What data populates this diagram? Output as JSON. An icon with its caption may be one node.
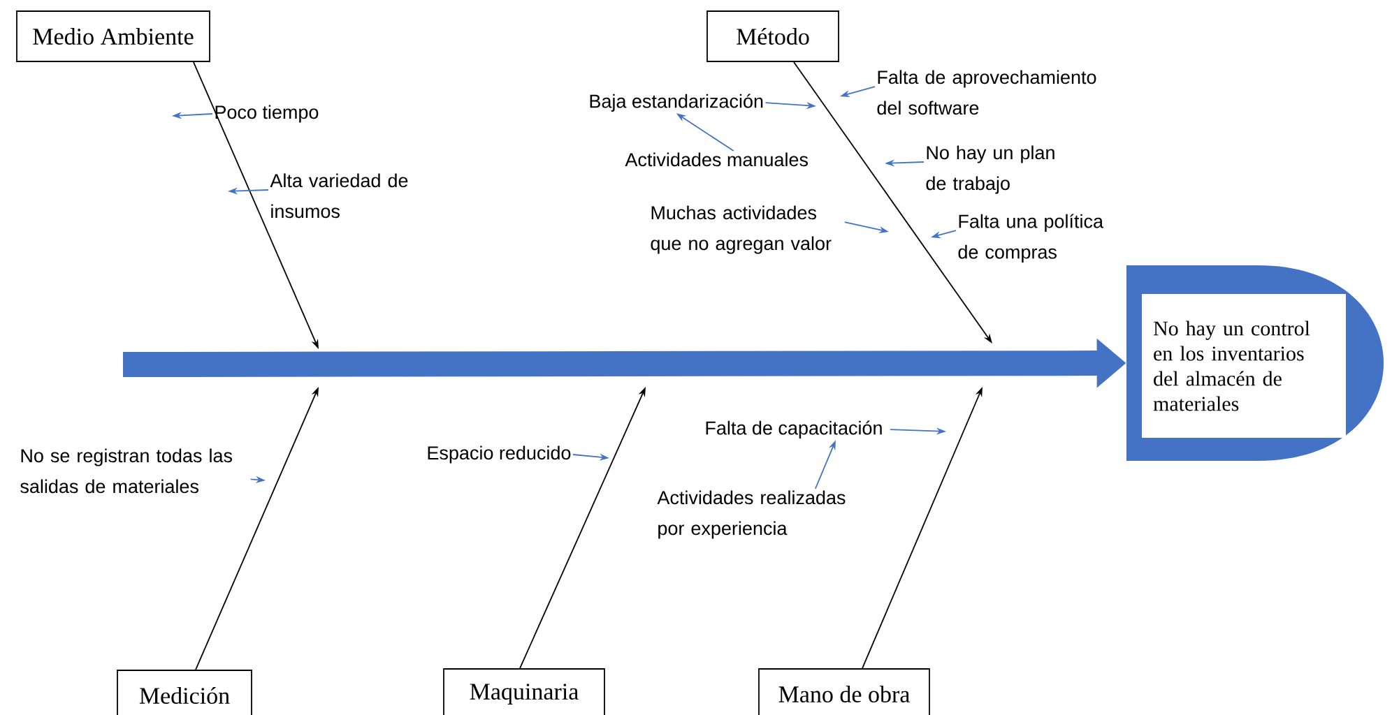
{
  "diagram": {
    "nodes": [
      {
        "text": [
          "Medio Ambiente"
        ]
      },
      {
        "text": [
          "Método"
        ]
      },
      {
        "text": [
          "Medición"
        ]
      },
      {
        "text": [
          "Maquinaria"
        ]
      },
      {
        "text": [
          "Mano de obra"
        ]
      },
      {
        "text": [],
        "shape": "box"
      },
      {
        "text": [
          "No hay un control en los inventarios del almacén de materiales"
        ],
        "in": 5
      },
      {
        "text": [
          "Poco tiempo"
        ]
      },
      {
        "text": [
          "Alta variedad de insumos"
        ]
      },
      {
        "text": [
          "Baja estandarización"
        ]
      },
      {
        "text": [
          "Actividades manuales"
        ]
      },
      {
        "text": [
          "Falta de aprovechamiento del software"
        ]
      },
      {
        "text": [
          "No hay un plan de trabajo"
        ]
      },
      {
        "text": [
          "Muchas actividades que no agregan valor"
        ]
      },
      {
        "text": [
          "Falta una política de compras"
        ]
      },
      {
        "text": [
          "No se registran todas las salidas de materiales"
        ]
      },
      {
        "text": [
          "Espacio reducido"
        ]
      },
      {
        "text": [
          "Falta de capacitación"
        ]
      },
      {
        "text": [
          "Actividades realizadas por experiencia"
        ]
      }
    ],
    "edges": [
      {
        "from": 0,
        "to": null,
        "arrow": "to",
        "color": "#000000"
      },
      {
        "from": 1,
        "to": null,
        "arrow": "to",
        "color": "#000000"
      },
      {
        "from": 2,
        "to": null,
        "arrow": "to",
        "color": "#000000"
      },
      {
        "from": 3,
        "to": null,
        "arrow": "to",
        "color": "#000000"
      },
      {
        "from": 4,
        "to": null,
        "arrow": "to",
        "color": "#000000"
      },
      {
        "from": null,
        "to": 5,
        "arrow": "to",
        "style": "thick"
      },
      {
        "from": 7,
        "to": null,
        "arrow": "to"
      },
      {
        "from": 8,
        "to": null,
        "arrow": "to"
      },
      {
        "from": 9,
        "to": null,
        "arrow": "to"
      },
      {
        "from": 10,
        "to": 9,
        "arrow": "to"
      },
      {
        "from": 11,
        "to": null,
        "arrow": "to"
      },
      {
        "from": 12,
        "to": null,
        "arrow": "to"
      },
      {
        "from": 13,
        "to": null,
        "arrow": "to"
      },
      {
        "from": 14,
        "to": null,
        "arrow": "to"
      },
      {
        "from": 15,
        "to": null,
        "arrow": "to"
      },
      {
        "from": 16,
        "to": null,
        "arrow": "to"
      },
      {
        "from": 17,
        "to": null,
        "arrow": "to"
      },
      {
        "from": 18,
        "to": 17,
        "arrow": "to"
      }
    ]
  }
}
